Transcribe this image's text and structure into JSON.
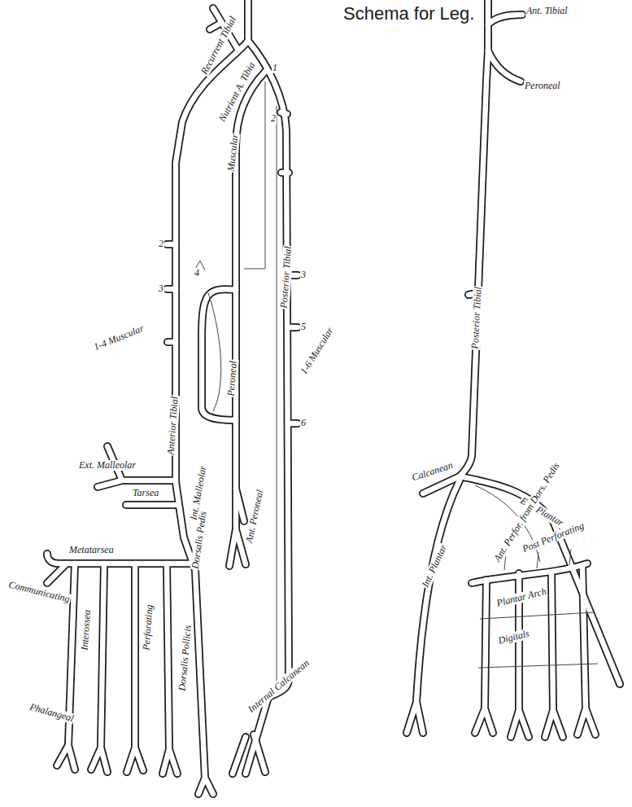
{
  "diagram": {
    "title": "Schema for Leg.",
    "labels": [
      "Recurrent Tibial",
      "Nutrient A. Tibia",
      "1",
      "2",
      "Muscular",
      "2",
      "3",
      "1-4 Muscular",
      "4",
      "Anterior Tibial",
      "Peroneal",
      "Posterior Tibial",
      "3",
      "5",
      "1-6 Muscular",
      "Int. Malleolar",
      "Ext. Malleolar",
      "Ant. Peroneal",
      "6",
      "Tarsea",
      "Dorsalis Pedis",
      "Metatarsea",
      "Internal Calcanean",
      "Communicating",
      "Interossea",
      "Perforating",
      "Dorsalis Pollicis",
      "Phalangeal",
      "Ant. Tibial",
      "Peroneal",
      "Posterior Tibial",
      "Calcanean",
      "Ext. Plantar",
      "Int. Plantar",
      "Ant. Perfor. from Dors. Pedis",
      "Post Perforating",
      "Plantar Arch",
      "Digitals"
    ]
  }
}
